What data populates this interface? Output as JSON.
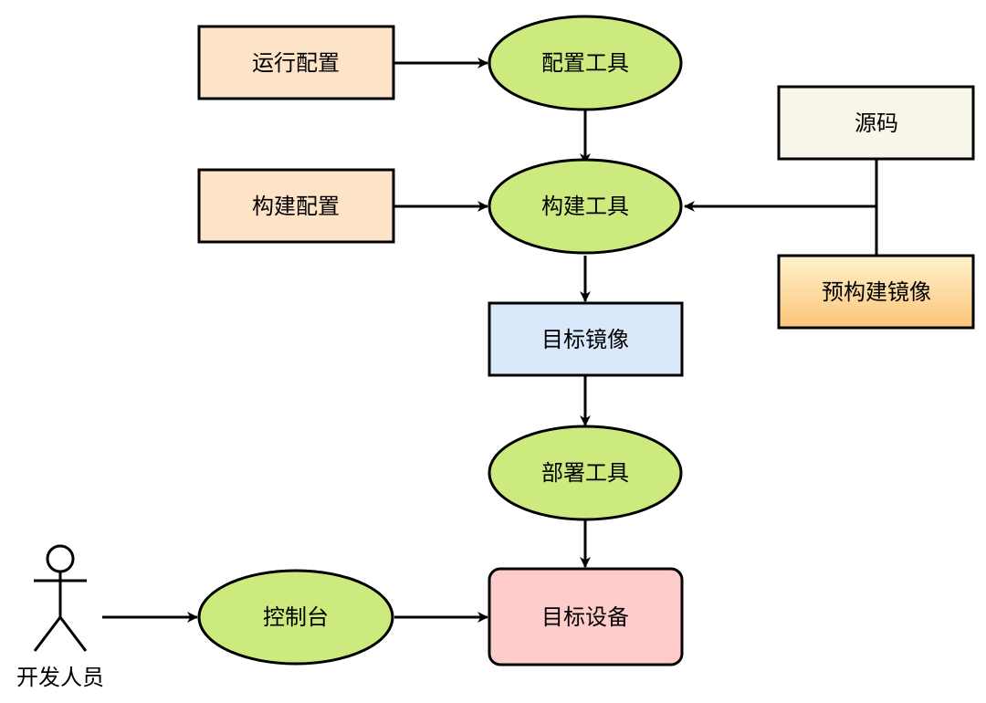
{
  "nodes": {
    "run_config": {
      "label": "运行配置",
      "shape": "rect",
      "fill": "#fde3c8"
    },
    "config_tool": {
      "label": "配置工具",
      "shape": "ellipse",
      "fill": "#cdea7f"
    },
    "build_config": {
      "label": "构建配置",
      "shape": "rect",
      "fill": "#fde3c8"
    },
    "build_tool": {
      "label": "构建工具",
      "shape": "ellipse",
      "fill": "#cdea7f"
    },
    "source_code": {
      "label": "源码",
      "shape": "rect",
      "fill": "#f8f6e9"
    },
    "prebuilt_image": {
      "label": "预构建镜像",
      "shape": "rect",
      "fill_top": "#fff2cc",
      "fill_bottom": "#fbc57a"
    },
    "target_image": {
      "label": "目标镜像",
      "shape": "rect",
      "fill": "#dae8fc"
    },
    "deploy_tool": {
      "label": "部署工具",
      "shape": "ellipse",
      "fill": "#cdea7f"
    },
    "console": {
      "label": "控制台",
      "shape": "ellipse",
      "fill": "#cdea7f"
    },
    "target_device": {
      "label": "目标设备",
      "shape": "rounded-rect",
      "fill": "#ffcccc"
    }
  },
  "actor": {
    "label": "开发人员",
    "icon": "person-icon"
  },
  "edges": [
    {
      "from": "run_config",
      "to": "config_tool"
    },
    {
      "from": "config_tool",
      "to": "build_tool"
    },
    {
      "from": "build_config",
      "to": "build_tool"
    },
    {
      "from": "source_code",
      "to": "build_tool"
    },
    {
      "from": "prebuilt_image",
      "to": "build_tool"
    },
    {
      "from": "build_tool",
      "to": "target_image"
    },
    {
      "from": "target_image",
      "to": "deploy_tool"
    },
    {
      "from": "deploy_tool",
      "to": "target_device"
    },
    {
      "from": "developer",
      "to": "console"
    },
    {
      "from": "console",
      "to": "target_device"
    }
  ]
}
